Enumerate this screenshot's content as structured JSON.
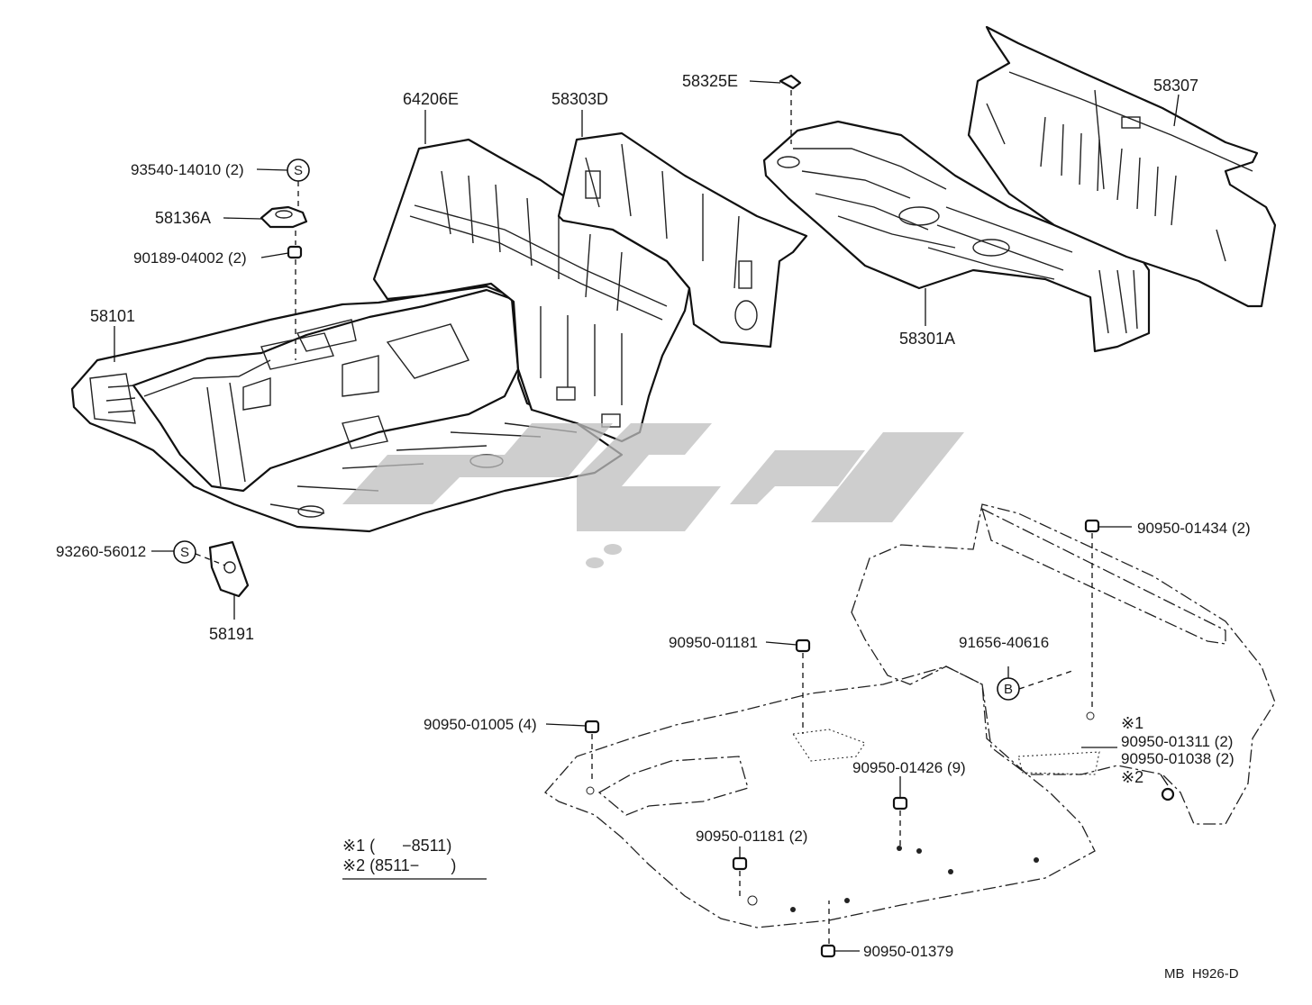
{
  "parts": {
    "p58101": "58101",
    "p64206E": "64206E",
    "p58303D": "58303D",
    "p58325E": "58325E",
    "p58307": "58307",
    "p58301A": "58301A",
    "p58136A": "58136A",
    "p58191": "58191",
    "p93540": "93540-14010 (2)",
    "p90189": "90189-04002 (2)",
    "p93260": "93260-56012",
    "p90950_01434": "90950-01434 (2)",
    "p91656": "91656-40616",
    "p90950_01181a": "90950-01181",
    "p90950_01005": "90950-01005 (4)",
    "p90950_01426": "90950-01426 (9)",
    "p90950_01181b": "90950-01181 (2)",
    "p90950_01379": "90950-01379",
    "p90950_01311": "90950-01311 (2)",
    "p90950_01038": "90950-01038 (2)",
    "mark1": "※1",
    "mark2": "※2"
  },
  "symbols": {
    "s1": "S",
    "s2": "S",
    "b": "B"
  },
  "notes": {
    "line1": "※1 (      −8511)",
    "line2": "※2 (8511−       )"
  },
  "footer": "MB  H926-D",
  "icons": [
    "symbol-s-circle",
    "symbol-b-circle",
    "grommet-plug",
    "watermark-logo"
  ]
}
